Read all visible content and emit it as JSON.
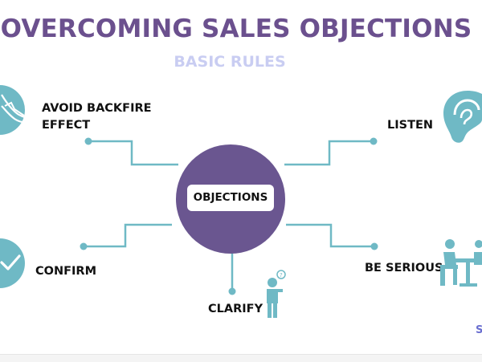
{
  "title": "OVERCOMING SALES OBJECTIONS",
  "subtitle": "BASIC RULES",
  "center": {
    "label": "OBJECTIONS"
  },
  "nodes": {
    "avoid": {
      "line1": "AVOID BACKFIRE",
      "line2": "EFFECT"
    },
    "listen": {
      "label": "LISTEN"
    },
    "confirm": {
      "label": "CONFIRM"
    },
    "serious": {
      "label": "BE SERIOUS"
    },
    "clarify": {
      "label": "CLARIFY"
    }
  },
  "corner_mark": "S",
  "icons": {
    "avoid": "boomerang-icon",
    "listen": "ear-icon",
    "confirm": "checkmark-icon",
    "serious": "meeting-table-icon",
    "clarify": "thinking-person-icon"
  },
  "colors": {
    "title": "#6b508e",
    "subtitle": "#c9cdf2",
    "center": "#6a5690",
    "accent": "#6fb9c5",
    "connector": "#6fb9c5"
  }
}
